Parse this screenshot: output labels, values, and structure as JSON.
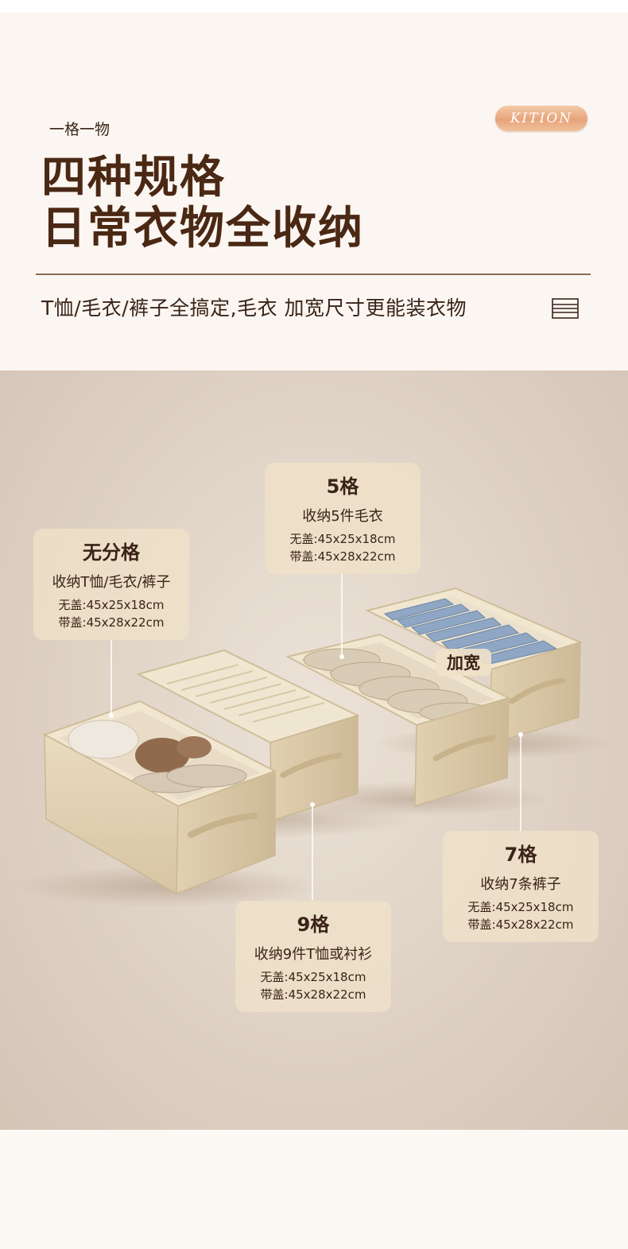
{
  "header": {
    "tagline": "一格一物",
    "brand": "KITION",
    "title_line1": "四种规格",
    "title_line2": "日常衣物全收纳",
    "subtitle": "T恤/毛衣/裤子全搞定,毛衣 加宽尺寸更能装衣物"
  },
  "products": [
    {
      "name": "无分格",
      "desc": "收纳T恤/毛衣/裤子",
      "spec_no_lid": "无盖:45x25x18cm",
      "spec_with_lid": "带盖:45x28x22cm"
    },
    {
      "name": "5格",
      "desc": "收纳5件毛衣",
      "spec_no_lid": "无盖:45x25x18cm",
      "spec_with_lid": "带盖:45x28x22cm"
    },
    {
      "name": "9格",
      "desc": "收纳9件T恤或衬衫",
      "spec_no_lid": "无盖:45x25x18cm",
      "spec_with_lid": "带盖:45x28x22cm"
    },
    {
      "name": "7格",
      "desc": "收纳7条裤子",
      "spec_no_lid": "无盖:45x25x18cm",
      "spec_with_lid": "带盖:45x28x22cm"
    }
  ],
  "wide_badge": "加宽",
  "colors": {
    "title": "#4a2814",
    "box": "#e5d5b6",
    "card": "#f0e1c8",
    "brand_pill": "#e7a57b"
  },
  "icons": {
    "menu": "menu-lines-icon"
  }
}
